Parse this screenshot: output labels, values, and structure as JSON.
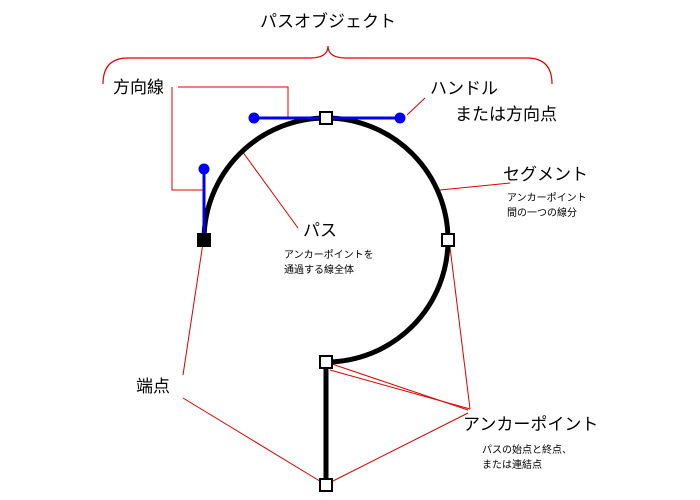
{
  "diagram": {
    "title": "パスオブジェクト",
    "labels": {
      "direction_line": "方向線",
      "handle_line1": "ハンドル",
      "handle_line2": "または方向点",
      "segment": "セグメント",
      "segment_desc1": "アンカーポイント",
      "segment_desc2": "間の一つの線分",
      "path": "パス",
      "path_desc1": "アンカーポイントを",
      "path_desc2": "通過する線全体",
      "endpoint": "端点",
      "anchor_point": "アンカーポイント",
      "anchor_desc1": "パスの始点と終点、",
      "anchor_desc2": "または連結点"
    },
    "colors": {
      "path": "#000000",
      "direction_line": "#0000ee",
      "callout": "#e00000",
      "background": "#ffffff"
    }
  }
}
